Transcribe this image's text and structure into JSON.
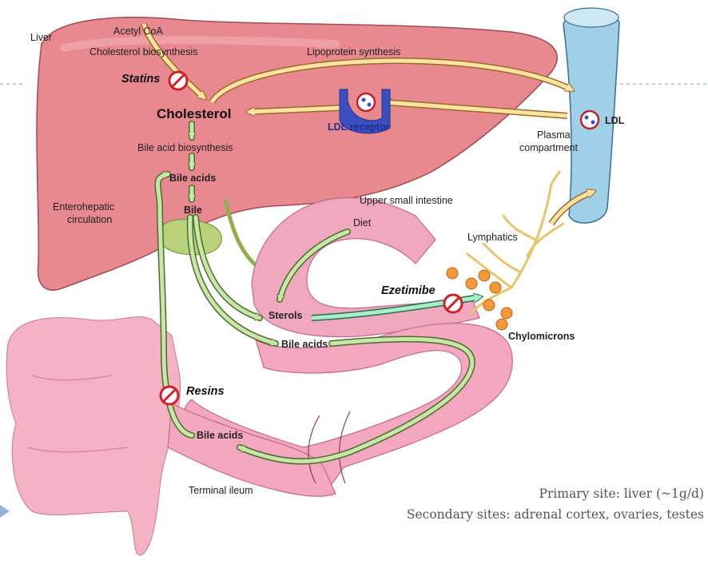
{
  "labels": {
    "liver": "Liver",
    "acetyl_coa": "Acetyl CoA",
    "cholesterol_biosynthesis": "Cholesterol biosynthesis",
    "lipoprotein_synthesis": "Lipoprotein synthesis",
    "statins": "Statins",
    "cholesterol": "Cholesterol",
    "ldl_receptor": "LDL receptor",
    "ldl": "LDL",
    "plasma_compartment_1": "Plasma",
    "plasma_compartment_2": "compartment",
    "bile_acid_biosynthesis": "Bile acid biosynthesis",
    "bile_acids_liver": "Bile acids",
    "bile": "Bile",
    "enterohepatic_1": "Enterohepatic",
    "enterohepatic_2": "circulation",
    "upper_small_intestine": "Upper small intestine",
    "diet": "Diet",
    "lymphatics": "Lymphatics",
    "ezetimibe": "Ezetimibe",
    "sterols": "Sterols",
    "bile_acids_intestine": "Bile acids",
    "chylomicrons": "Chylomicrons",
    "resins": "Resins",
    "bile_acids_ileum": "Bile acids",
    "terminal_ileum": "Terminal ileum"
  },
  "notes": {
    "primary_site": "Primary site: liver (~1g/d)",
    "secondary_sites": "Secondary sites: adrenal cortex, ovaries, testes"
  },
  "colors": {
    "liver": "#e8888f",
    "intestine": "#f0a8bf",
    "vessel": "#9fd0e8",
    "green_arrow": "#c8e6a8",
    "yellow_arrow": "#fbe3a6",
    "inhibit": "#d0202a",
    "receptor": "#3a4fbf",
    "chylomicron": "#f29a3a"
  },
  "icons": [
    "statins-inhibit-icon",
    "ezetimibe-inhibit-icon",
    "resins-inhibit-icon",
    "ldl-particle-icon",
    "ldl-receptor-icon",
    "chylomicron-icon"
  ]
}
